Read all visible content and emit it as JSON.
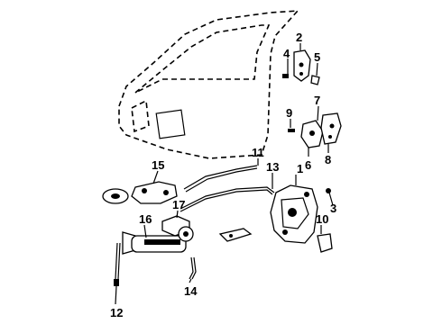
{
  "diagram": {
    "labels": [
      "1",
      "2",
      "3",
      "4",
      "5",
      "6",
      "7",
      "8",
      "9",
      "10",
      "11",
      "12",
      "13",
      "14",
      "15",
      "16",
      "17"
    ]
  }
}
